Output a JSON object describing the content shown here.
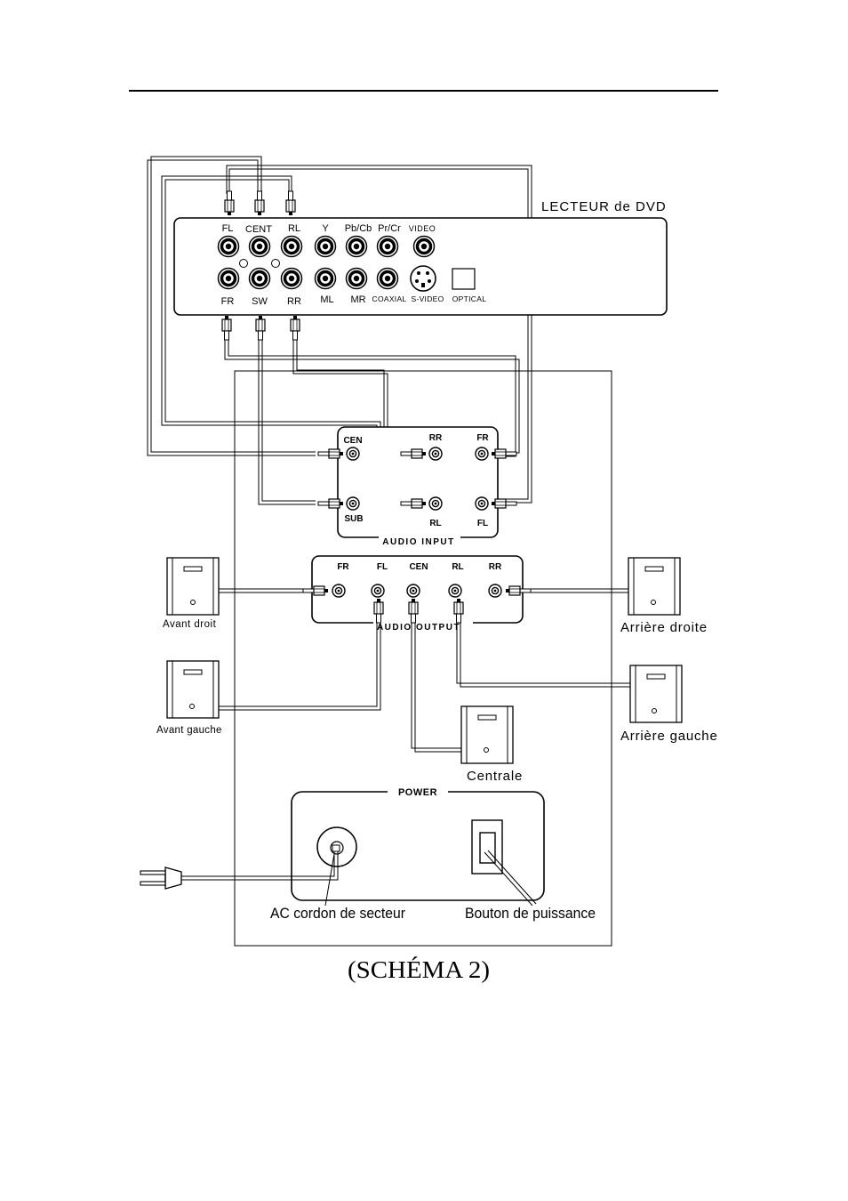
{
  "dvd_player": {
    "title": "LECTEUR de DVD",
    "top_row": [
      "FL",
      "CENT",
      "RL",
      "Y",
      "Pb/Cb",
      "Pr/Cr",
      "VIDEO"
    ],
    "bottom_row": [
      "FR",
      "SW",
      "RR",
      "ML",
      "MR",
      "COAXIAL",
      "S-VIDEO",
      "OPTICAL"
    ]
  },
  "audio_input": {
    "title": "AUDIO INPUT",
    "cen": "CEN",
    "rr": "RR",
    "fr": "FR",
    "sub": "SUB",
    "rl": "RL",
    "fl": "FL"
  },
  "audio_output": {
    "title": "AUDIO OUTPUT",
    "channels": [
      "FR",
      "FL",
      "CEN",
      "RL",
      "RR"
    ]
  },
  "speakers": {
    "front_right": "Avant droit",
    "front_left": "Avant gauche",
    "rear_right": "Arrière droite",
    "rear_left": "Arrière gauche",
    "center": "Centrale"
  },
  "power": {
    "title": "POWER",
    "ac_label": "AC cordon de secteur",
    "switch_label": "Bouton de puissance"
  },
  "caption": "(SCHÉMA 2)"
}
